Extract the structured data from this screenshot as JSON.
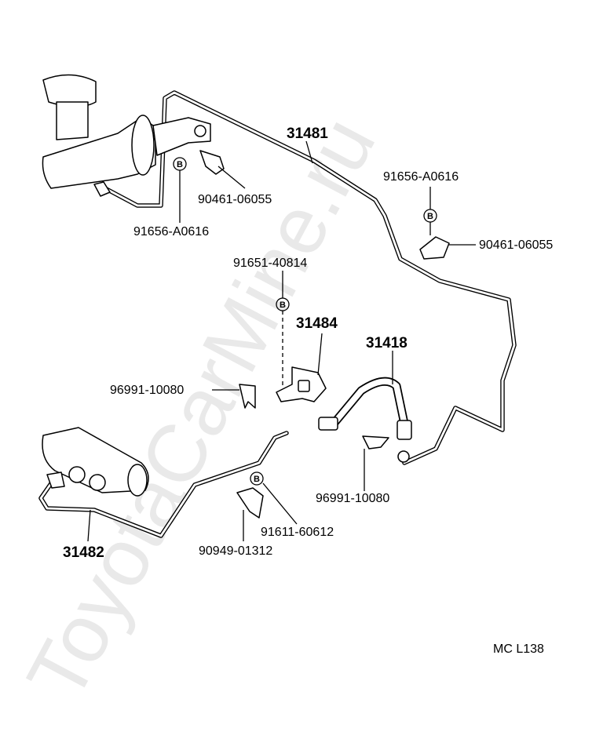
{
  "watermark": "ToyotaCarMine.ru",
  "diagram_code": "MC L138",
  "marker_letter": "B",
  "labels": {
    "pipe_31481": "31481",
    "pipe_31482": "31482",
    "bracket_31484": "31484",
    "hose_31418": "31418",
    "clip_top_left": "91656-A0616",
    "bolt_top_left": "90461-06055",
    "clip_right": "91656-A0616",
    "bolt_right": "90461-06055",
    "bolt_center": "91651-40814",
    "clip_left": "96991-10080",
    "clip_mid": "96991-10080",
    "bolt_bottom": "91611-60612",
    "clamp_bottom": "90949-01312"
  }
}
